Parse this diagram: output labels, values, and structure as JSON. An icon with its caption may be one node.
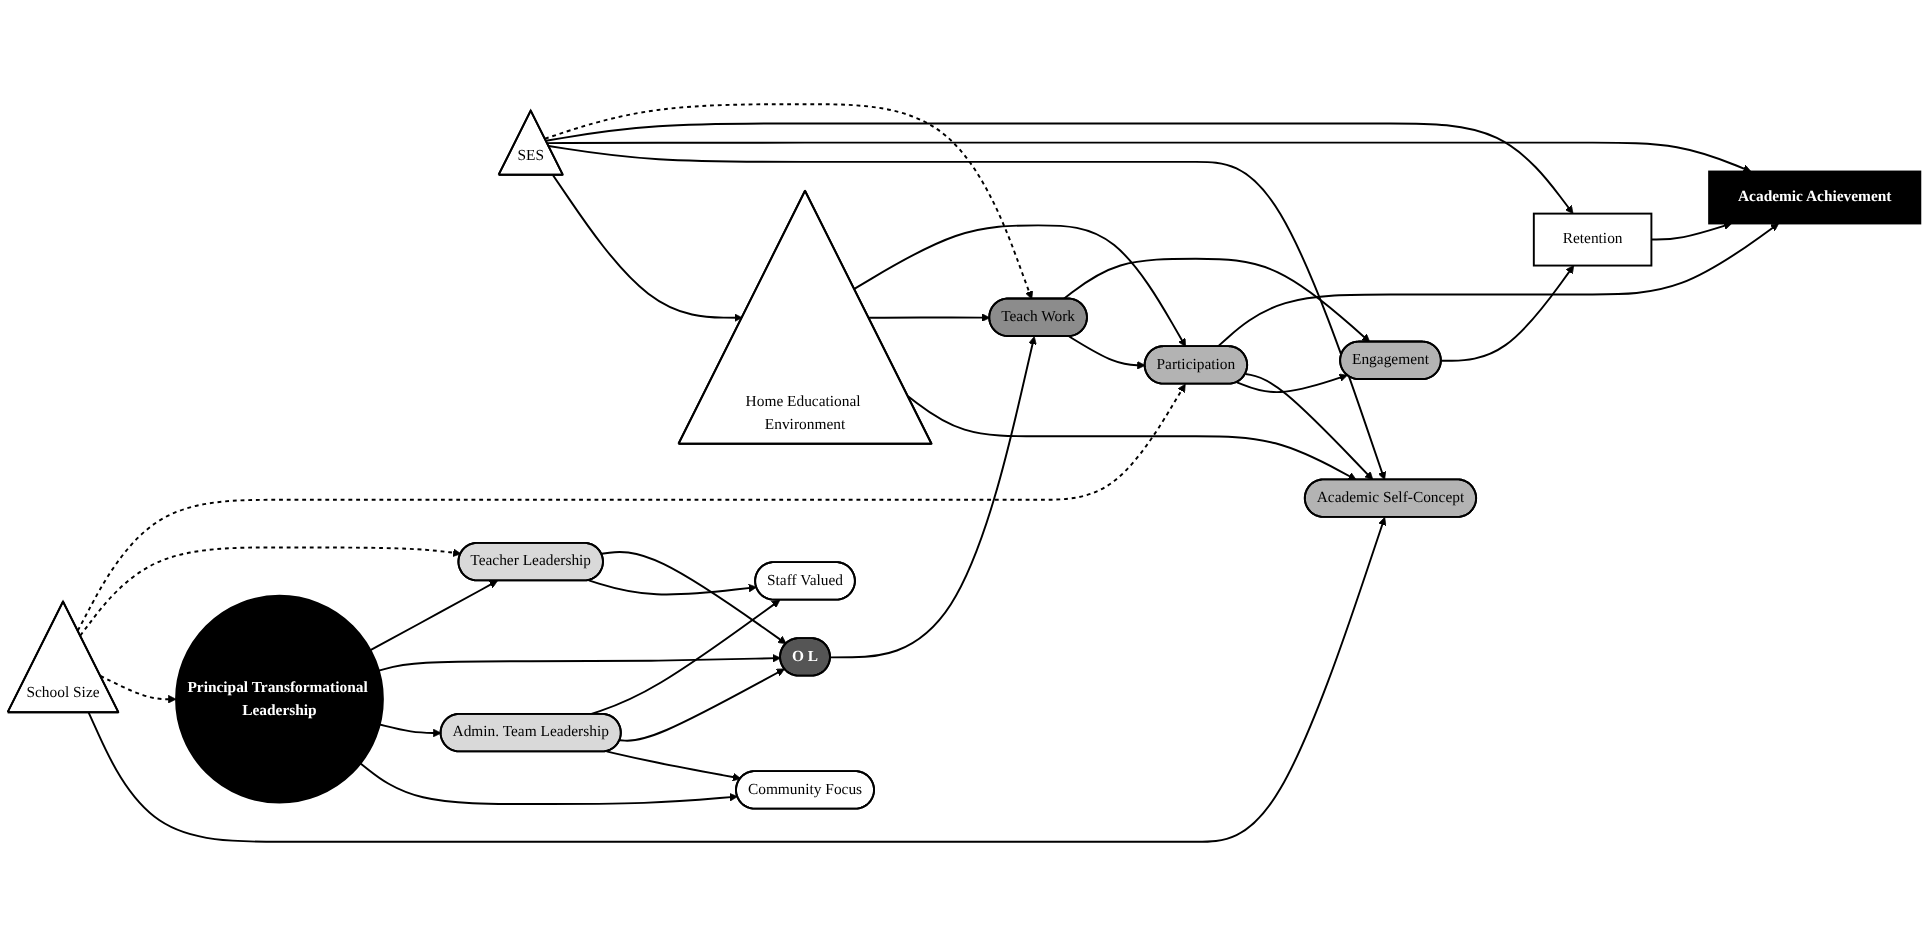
{
  "diagram": {
    "nodes": [
      {
        "text": [
          "Community Focus"
        ]
      },
      {
        "text": [
          "School Size"
        ]
      },
      {
        "text": [
          "Home Educational Environment"
        ]
      },
      {
        "text": [
          "SES"
        ]
      },
      {
        "text": [
          "Admin. Team Leadership"
        ]
      },
      {
        "text": [
          "Academic Self-Concept"
        ]
      },
      {
        "text": [
          "Principal Transformational Leadership"
        ]
      },
      {
        "text": [
          "O L"
        ]
      },
      {
        "text": [
          "Teach Work"
        ]
      },
      {
        "text": [
          "Participation"
        ]
      },
      {
        "text": [
          "Academic Achievement"
        ]
      },
      {
        "text": [
          "Staff Valued"
        ]
      },
      {
        "text": [
          "Teacher Leadership"
        ]
      },
      {
        "text": [
          "Retention"
        ]
      },
      {
        "text": [
          "Engagement"
        ]
      }
    ],
    "edges": [
      {
        "from": 6,
        "to": 0,
        "arrow": "to"
      },
      {
        "from": 4,
        "to": 0,
        "arrow": "to"
      },
      {
        "from": 6,
        "to": 4,
        "arrow": "to"
      },
      {
        "from": 6,
        "to": 7,
        "arrow": "to"
      },
      {
        "from": 6,
        "to": 12,
        "arrow": "to"
      },
      {
        "from": 4,
        "to": 7,
        "arrow": "to"
      },
      {
        "from": 4,
        "to": 11,
        "arrow": "to"
      },
      {
        "from": 12,
        "to": 11,
        "arrow": "to"
      },
      {
        "from": 12,
        "to": 7,
        "arrow": "to"
      },
      {
        "from": 7,
        "to": 8,
        "arrow": "to"
      },
      {
        "from": 8,
        "to": 9,
        "arrow": "to"
      },
      {
        "from": 8,
        "to": 14,
        "arrow": "to"
      },
      {
        "from": 9,
        "to": 14,
        "arrow": "to"
      },
      {
        "from": 9,
        "to": 5,
        "arrow": "to"
      },
      {
        "from": 9,
        "to": 10,
        "arrow": "to"
      },
      {
        "from": 14,
        "to": 13,
        "arrow": "to"
      },
      {
        "from": 13,
        "to": 10,
        "arrow": "to"
      },
      {
        "from": 3,
        "to": 2,
        "arrow": "to"
      },
      {
        "from": 3,
        "to": 5,
        "arrow": "to"
      },
      {
        "from": 3,
        "to": 10,
        "arrow": "to"
      },
      {
        "from": 3,
        "to": 13,
        "arrow": "to"
      },
      {
        "from": 2,
        "to": 5,
        "arrow": "to"
      },
      {
        "from": 2,
        "to": 8,
        "arrow": "to"
      },
      {
        "from": 2,
        "to": 9,
        "arrow": "to"
      },
      {
        "from": 1,
        "to": 5,
        "arrow": "to"
      },
      {
        "from": 1,
        "to": 6,
        "arrow": "to",
        "style": "dashed"
      },
      {
        "from": 1,
        "to": 12,
        "arrow": "to",
        "style": "dashed"
      },
      {
        "from": 1,
        "to": 9,
        "arrow": "to",
        "style": "dashed"
      },
      {
        "from": 3,
        "to": 8,
        "arrow": "to",
        "style": "dashed"
      }
    ]
  }
}
